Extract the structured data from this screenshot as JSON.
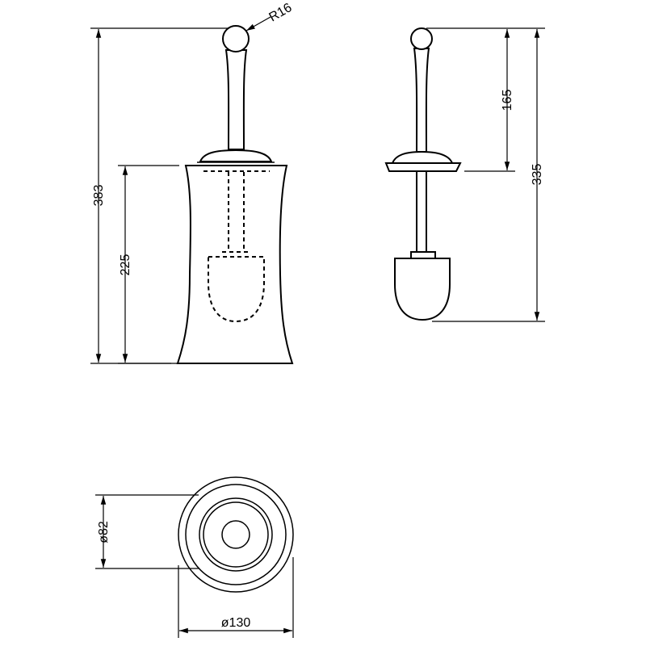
{
  "dimensions": {
    "front_total_height": "383",
    "front_holder_height": "225",
    "knob_radius": "R16",
    "side_handle_height": "165",
    "side_total_height": "335",
    "top_inner_diameter": "ø82",
    "top_outer_diameter": "ø130"
  }
}
